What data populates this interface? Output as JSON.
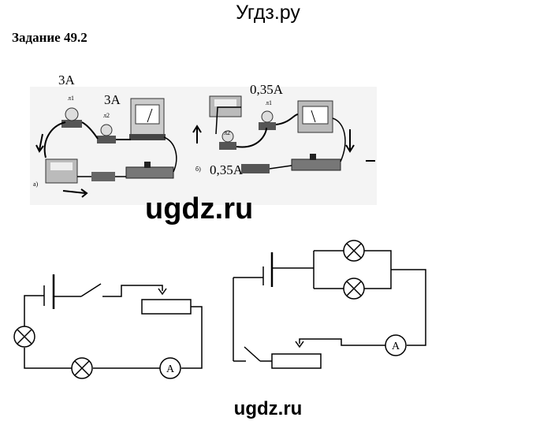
{
  "header": {
    "site_title": "Угдз.ру"
  },
  "task": {
    "label": "Задание 49.2"
  },
  "photo": {
    "left_current_top": "3A",
    "left_current_meter": "3A",
    "right_current_top": "0,35A",
    "right_current_bottom": "0,35A",
    "lamp_label_1": "л1",
    "lamp_label_2": "л2",
    "variant_a": "а)",
    "variant_b": "б)"
  },
  "watermarks": {
    "middle": "ugdz.ru",
    "bottom": "ugdz.ru"
  },
  "schematics": {
    "ammeter_symbol": "A"
  }
}
